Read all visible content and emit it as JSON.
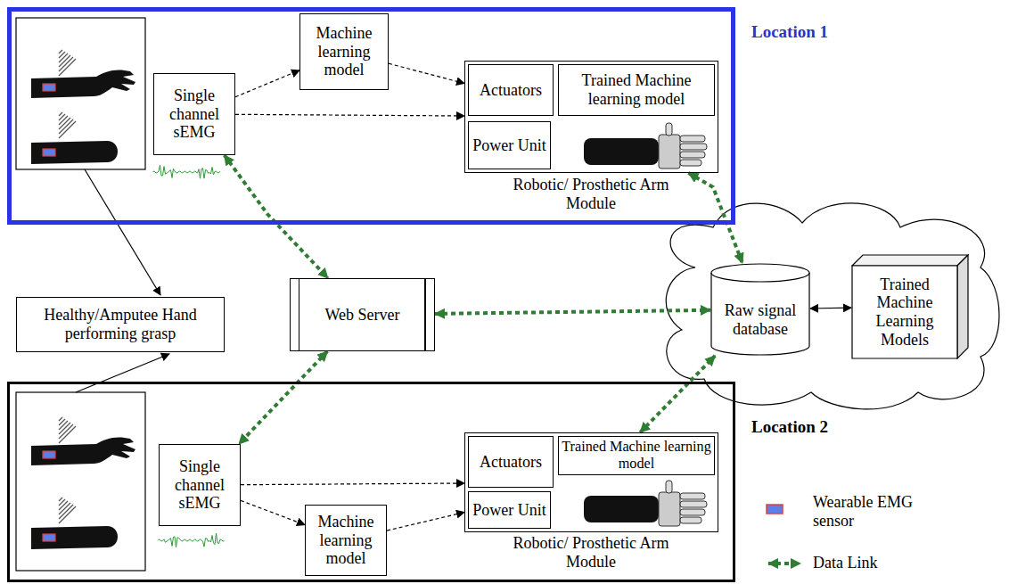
{
  "diagram": {
    "nodes": [
      {
        "text": [
          "Location 1"
        ]
      },
      {
        "text": [
          "Single channel sEMG"
        ],
        "in": 0
      },
      {
        "text": [
          "Machine learning model"
        ],
        "in": 0
      },
      {
        "text": [
          "Robotic/ Prosthetic Arm Module"
        ],
        "in": 0
      },
      {
        "text": [
          "Actuators"
        ],
        "in": 3
      },
      {
        "text": [
          "Trained Machine learning model"
        ],
        "in": 3
      },
      {
        "text": [
          "Power Unit"
        ],
        "in": 3
      },
      {
        "text": [
          "Healthy/Amputee Hand performing grasp"
        ]
      },
      {
        "text": [
          "Web Server"
        ]
      },
      {
        "text": [
          "Raw signal database"
        ]
      },
      {
        "text": [
          "Trained Machine Learning Models"
        ]
      },
      {
        "text": [
          "Location 2"
        ]
      },
      {
        "text": [
          "Single channel sEMG"
        ],
        "in": 11
      },
      {
        "text": [
          "Machine learning model"
        ],
        "in": 11
      },
      {
        "text": [
          "Robotic/ Prosthetic Arm Module"
        ],
        "in": 11
      },
      {
        "text": [
          "Actuators"
        ],
        "in": 14
      },
      {
        "text": [
          "Trained Machine learning model"
        ],
        "in": 14
      },
      {
        "text": [
          "Power Unit"
        ],
        "in": 14
      }
    ],
    "edges": [
      {
        "from": 1,
        "to": 2,
        "arrow": "to"
      },
      {
        "from": 1,
        "to": 3,
        "arrow": "to"
      },
      {
        "from": 2,
        "to": 3,
        "arrow": "to"
      },
      {
        "from": 1,
        "to": 8,
        "arrow": "both"
      },
      {
        "from": 3,
        "to": 9,
        "arrow": "both"
      },
      {
        "from": 8,
        "to": 9,
        "arrow": "both"
      },
      {
        "from": 9,
        "to": 10,
        "arrow": "both"
      },
      {
        "from": 8,
        "to": 12,
        "arrow": "both"
      },
      {
        "from": 14,
        "to": 9,
        "arrow": "both"
      },
      {
        "from": 12,
        "to": 13,
        "arrow": "to"
      },
      {
        "from": 12,
        "to": 14,
        "arrow": "to"
      },
      {
        "from": 13,
        "to": 14,
        "arrow": "to"
      }
    ],
    "legend": [
      {
        "text": "Wearable EMG sensor"
      },
      {
        "text": "Data Link"
      }
    ]
  }
}
